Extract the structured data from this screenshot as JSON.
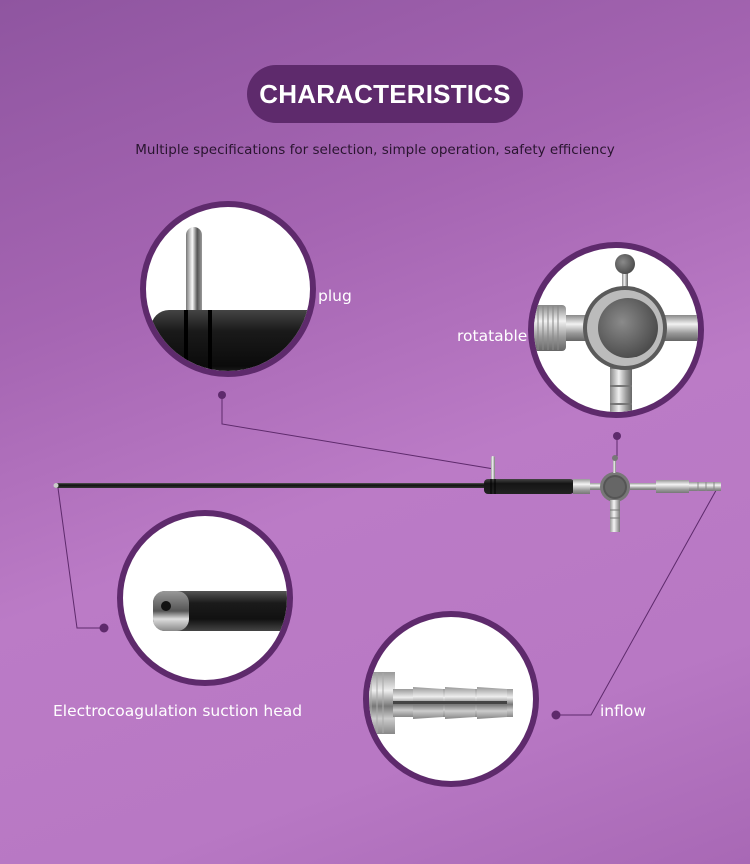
{
  "header": {
    "title": "CHARACTERISTICS",
    "subtitle": "Multiple specifications for selection, simple operation, safety efficiency"
  },
  "callouts": [
    {
      "id": "plug",
      "label": "plug",
      "icon": "plug-closeup"
    },
    {
      "id": "rotatable",
      "label": "rotatable",
      "icon": "rotatable-valve-closeup"
    },
    {
      "id": "suction-head",
      "label": "Electrocoagulation suction head",
      "icon": "suction-tip-closeup"
    },
    {
      "id": "inflow",
      "label": "inflow",
      "icon": "inflow-barb-closeup"
    }
  ],
  "product": {
    "icon": "suction-irrigation-instrument"
  },
  "colors": {
    "background_start": "#8f55a0",
    "background_end": "#bb7bc6",
    "accent": "#5e2a6c",
    "label_text": "#ffffff",
    "subtitle_text": "#2a1530"
  }
}
